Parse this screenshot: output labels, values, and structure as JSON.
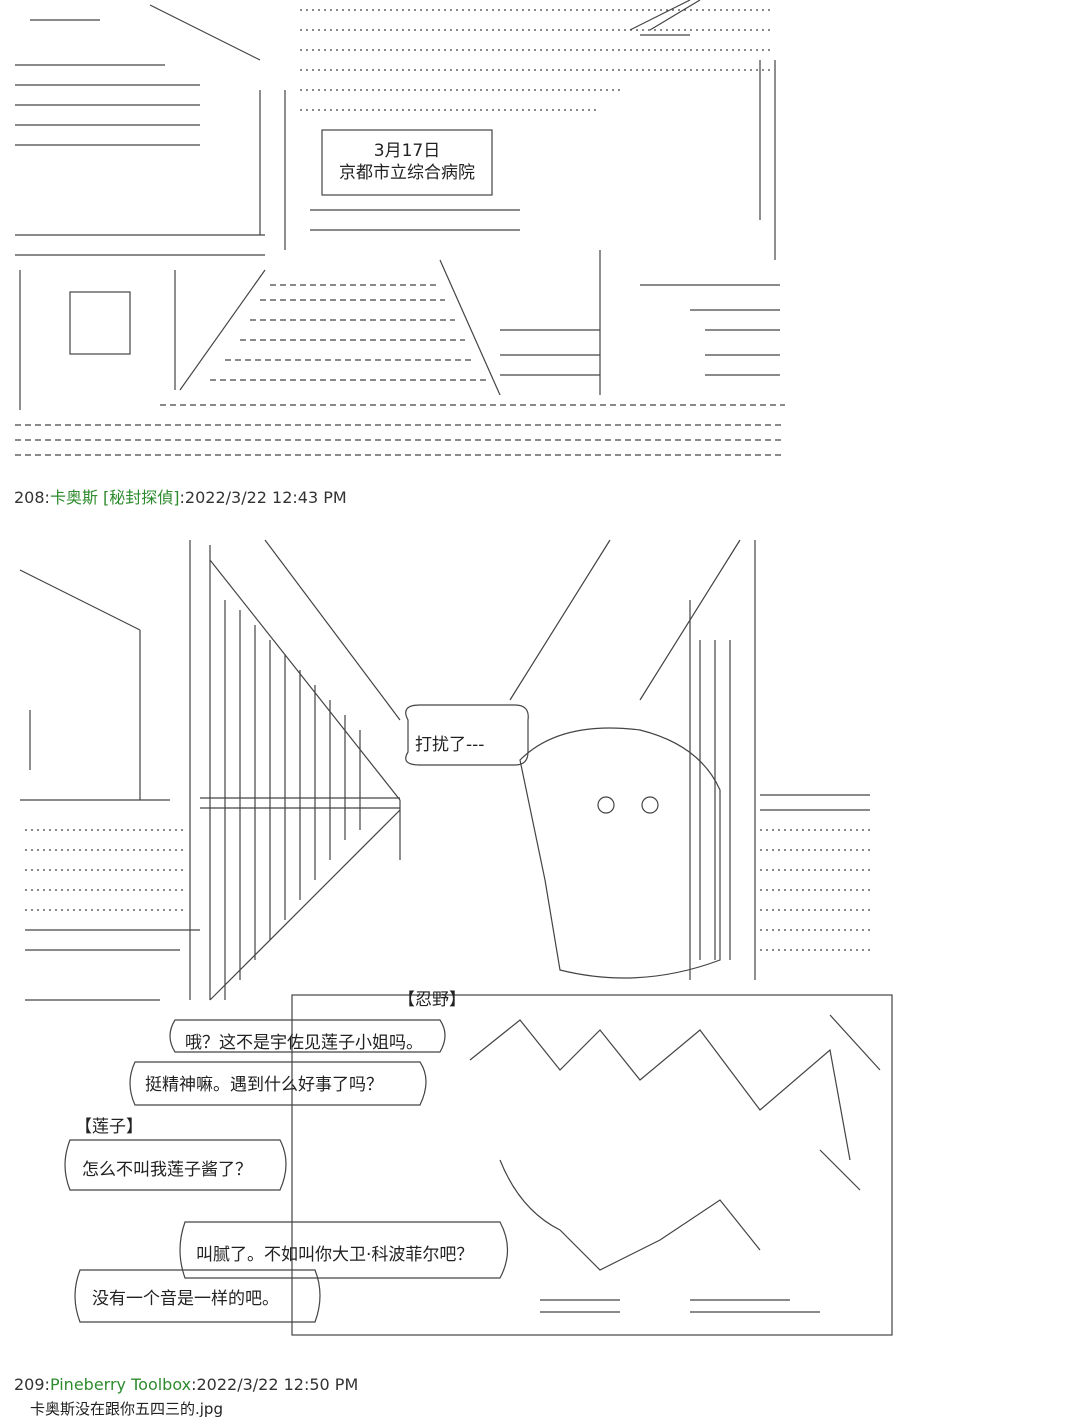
{
  "panel1": {
    "sign_date": "3月17日",
    "sign_name": "京都市立综合病院"
  },
  "post208": {
    "number": "208",
    "name": "卡奥斯 [秘封探偵]",
    "date": "2022/3/22 12:43 PM"
  },
  "panel2": {
    "bubble": "打扰了---",
    "speaker_shinobu": "【忍野】",
    "speaker_renko": "【莲子】",
    "lines": [
      "哦？这不是宇佐见莲子小姐吗。",
      "挺精神嘛。遇到什么好事了吗？",
      "怎么不叫我莲子酱了？",
      "叫腻了。不如叫你大卫·科波菲尔吧？",
      "没有一个音是一样的吧。"
    ]
  },
  "post209": {
    "number": "209",
    "name": "Pineberry Toolbox",
    "date": "2022/3/22 12:50 PM",
    "caption": "卡奥斯没在跟你五四三的.jpg"
  }
}
